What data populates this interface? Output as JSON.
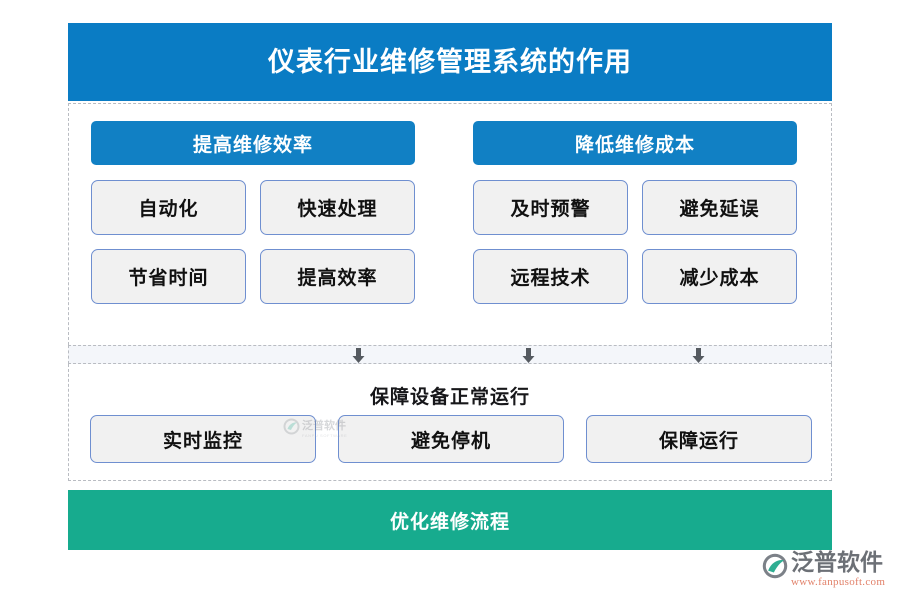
{
  "header": {
    "title": "仪表行业维修管理系统的作用",
    "background_color": "#0a7cc4",
    "text_color": "#ffffff"
  },
  "columns": [
    {
      "header_label": "提高维修效率",
      "header_color": "#1180c4",
      "items": [
        "自动化",
        "快速处理",
        "节省时间",
        "提高效率"
      ]
    },
    {
      "header_label": "降低维修成本",
      "header_color": "#1180c4",
      "items": [
        "及时预警",
        "避免延误",
        "远程技术",
        "减少成本"
      ]
    }
  ],
  "connector": {
    "arrow_glyph": "arrow-down-icon",
    "arrow_color": "#555a60",
    "band_color": "#f4f6fa",
    "count": 3
  },
  "outcome": {
    "title": "保障设备正常运行",
    "items": [
      "实时监控",
      "避免停机",
      "保障运行"
    ]
  },
  "footer": {
    "title": "优化维修流程",
    "background_color": "#17ab8e",
    "text_color": "#ffffff"
  },
  "watermark": {
    "name_cn": "泛普软件",
    "name_en": "FANPU SOFTWARE"
  },
  "brand": {
    "name_cn": "泛普软件",
    "url": "www.fanpusoft.com",
    "name_color": "#6c7076",
    "url_color": "#e2826a"
  },
  "chip_style": {
    "background": "#f1f1f1",
    "border_color": "#6f8fd0",
    "text_color": "#111111"
  }
}
